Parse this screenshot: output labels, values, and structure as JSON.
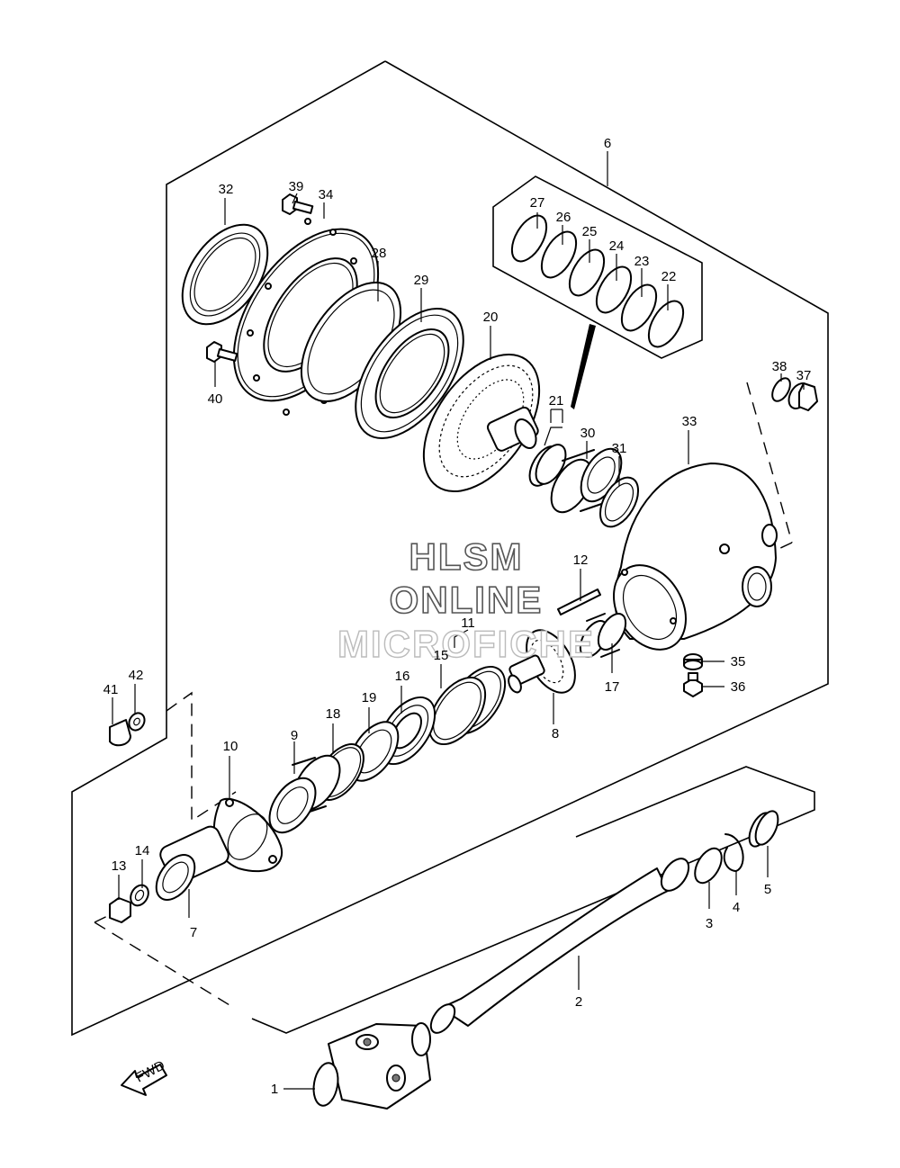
{
  "watermark": {
    "line1": "HLSM",
    "line2": "ONLINE",
    "line3": "MICROFICHE"
  },
  "fwd_label": "FWD",
  "callouts": [
    {
      "id": "1",
      "text": "1"
    },
    {
      "id": "2",
      "text": "2"
    },
    {
      "id": "3",
      "text": "3"
    },
    {
      "id": "4",
      "text": "4"
    },
    {
      "id": "5",
      "text": "5"
    },
    {
      "id": "6",
      "text": "6"
    },
    {
      "id": "7",
      "text": "7"
    },
    {
      "id": "8",
      "text": "8"
    },
    {
      "id": "9",
      "text": "9"
    },
    {
      "id": "10",
      "text": "10"
    },
    {
      "id": "11",
      "text": "11"
    },
    {
      "id": "12",
      "text": "12"
    },
    {
      "id": "13",
      "text": "13"
    },
    {
      "id": "14",
      "text": "14"
    },
    {
      "id": "15",
      "text": "15"
    },
    {
      "id": "16",
      "text": "16"
    },
    {
      "id": "17",
      "text": "17"
    },
    {
      "id": "18",
      "text": "18"
    },
    {
      "id": "19",
      "text": "19"
    },
    {
      "id": "20",
      "text": "20"
    },
    {
      "id": "21",
      "text": "21"
    },
    {
      "id": "22",
      "text": "22"
    },
    {
      "id": "23",
      "text": "23"
    },
    {
      "id": "24",
      "text": "24"
    },
    {
      "id": "25",
      "text": "25"
    },
    {
      "id": "26",
      "text": "26"
    },
    {
      "id": "27",
      "text": "27"
    },
    {
      "id": "28",
      "text": "28"
    },
    {
      "id": "29",
      "text": "29"
    },
    {
      "id": "30",
      "text": "30"
    },
    {
      "id": "31",
      "text": "31"
    },
    {
      "id": "32",
      "text": "32"
    },
    {
      "id": "33",
      "text": "33"
    },
    {
      "id": "34",
      "text": "34"
    },
    {
      "id": "35",
      "text": "35"
    },
    {
      "id": "36",
      "text": "36"
    },
    {
      "id": "37",
      "text": "37"
    },
    {
      "id": "38",
      "text": "38"
    },
    {
      "id": "39",
      "text": "39"
    },
    {
      "id": "40",
      "text": "40"
    },
    {
      "id": "41",
      "text": "41"
    },
    {
      "id": "42",
      "text": "42"
    }
  ]
}
